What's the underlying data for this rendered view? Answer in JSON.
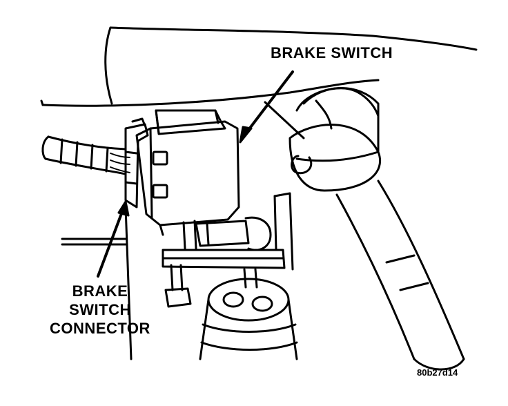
{
  "labels": {
    "brake_switch": "BRAKE SWITCH",
    "connector_line1": "BRAKE",
    "connector_line2": "SWITCH",
    "connector_line3": "CONNECTOR",
    "figure_code": "80b27d14"
  }
}
